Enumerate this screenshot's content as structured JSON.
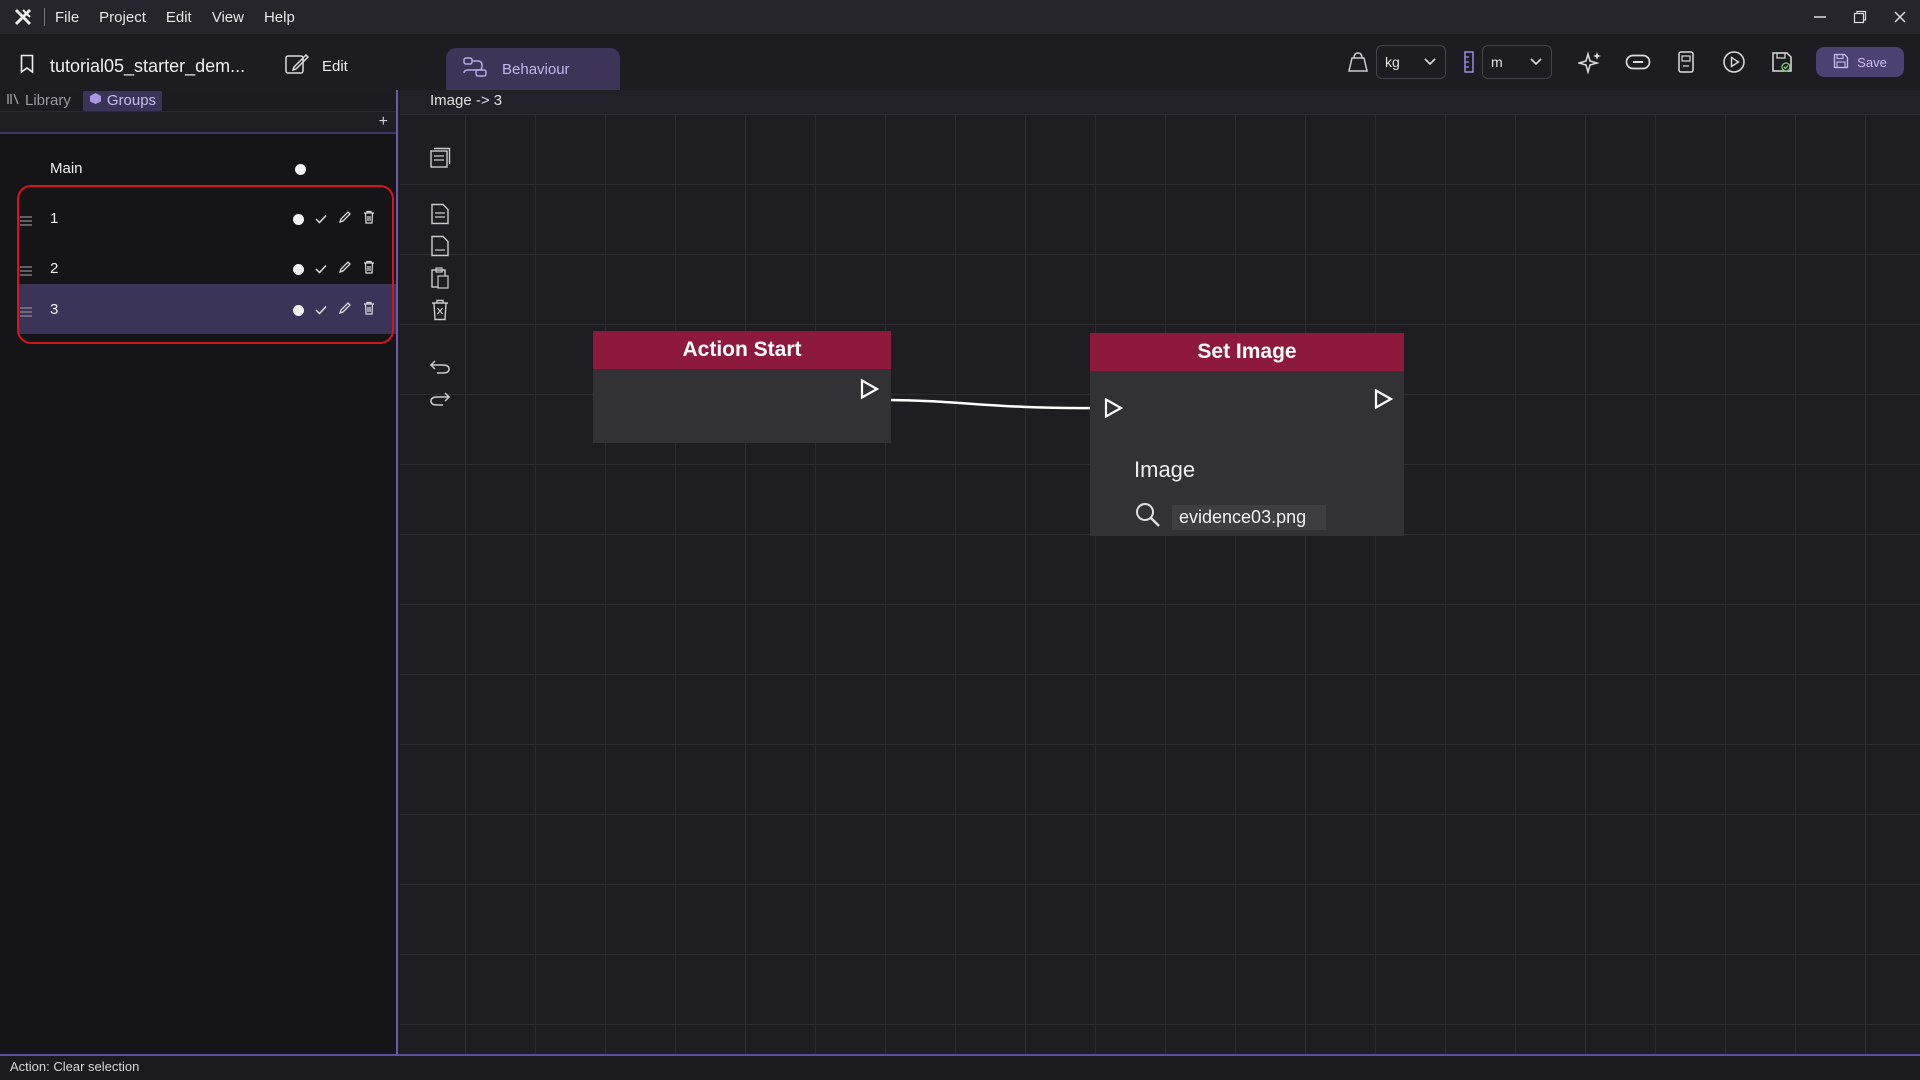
{
  "menubar": {
    "items": [
      "File",
      "Project",
      "Edit",
      "View",
      "Help"
    ]
  },
  "toolbar": {
    "project_name": "tutorial05_starter_dem...",
    "edit_label": "Edit",
    "behaviour_tab": "Behaviour",
    "mass_unit": "kg",
    "length_unit": "m",
    "save_label": "Save"
  },
  "left_panel": {
    "tabs": [
      "Library",
      "Groups"
    ],
    "active_tab": "Groups",
    "add_label": "+",
    "main_label": "Main",
    "groups": [
      {
        "label": "1",
        "selected": false
      },
      {
        "label": "2",
        "selected": false
      },
      {
        "label": "3",
        "selected": true
      }
    ]
  },
  "canvas": {
    "breadcrumb": "Image -> 3",
    "nodes": {
      "action_start": {
        "title": "Action Start"
      },
      "set_image": {
        "title": "Set Image",
        "field_label": "Image",
        "field_value": "evidence03.png"
      }
    }
  },
  "status": {
    "text": "Action: Clear selection"
  },
  "colors": {
    "accent": "#6a5bb0",
    "node_header": "#8d1a3c",
    "highlight": "#d4141e"
  }
}
